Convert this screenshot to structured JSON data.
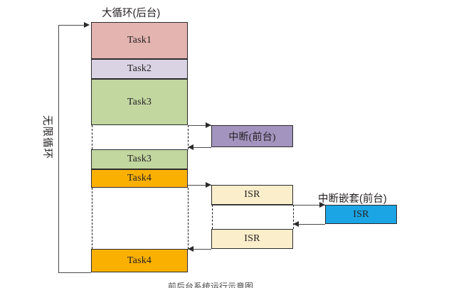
{
  "diagram": {
    "title_background": "大循环(后台)",
    "title_interrupt": "中断(前台)",
    "title_nested_interrupt": "中断嵌套(前台)",
    "loop_label": "无限循环",
    "bottom_caption": "前后台系统运行示意图",
    "colors": {
      "task1": "#e3b4b0",
      "task2": "#d9d3e4",
      "task3": "#c2d6a0",
      "task4": "#f9b000",
      "interrupt": "#a394bf",
      "isr": "#fbeecb",
      "nested_isr": "#1ba5e4",
      "stroke": "#2b2b2b",
      "line": "#4a4a4a"
    },
    "background_column": {
      "blocks": [
        {
          "label": "Task1",
          "color_key": "task1"
        },
        {
          "label": "Task2",
          "color_key": "task2"
        },
        {
          "label": "Task3",
          "color_key": "task3"
        },
        {
          "label": "Task3",
          "color_key": "task3"
        },
        {
          "label": "Task4",
          "color_key": "task4"
        },
        {
          "label": "Task4",
          "color_key": "task4"
        }
      ]
    },
    "foreground_blocks": [
      {
        "label": "中断(前台)",
        "color_key": "interrupt"
      },
      {
        "label": "ISR",
        "color_key": "isr"
      },
      {
        "label": "ISR",
        "color_key": "isr"
      },
      {
        "label": "ISR",
        "color_key": "nested_isr"
      }
    ]
  }
}
